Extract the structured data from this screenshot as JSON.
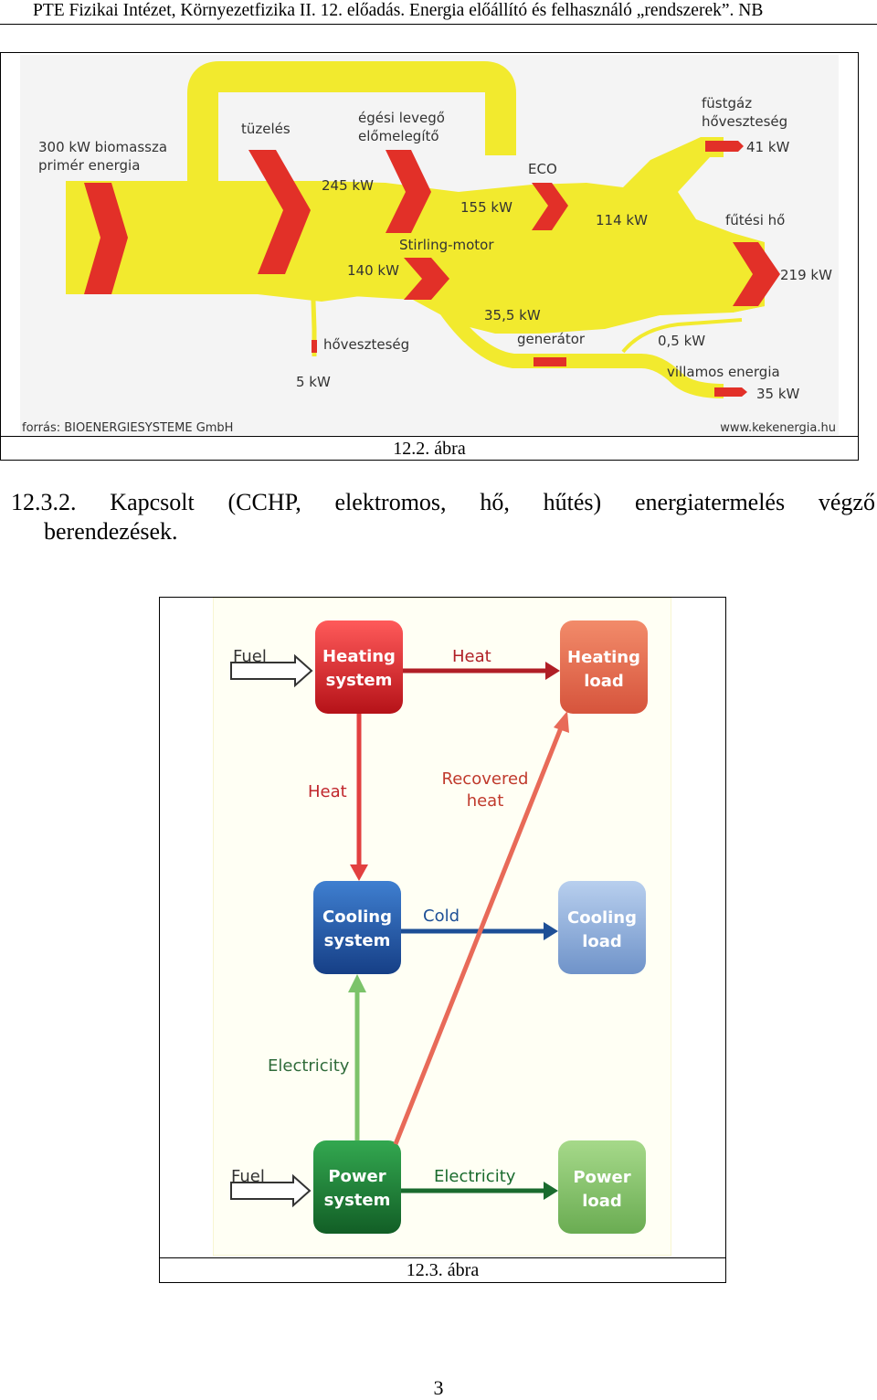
{
  "header": "PTE Fizikai Intézet, Környezetfizika II. 12. előadás. Energia előállító és felhasználó „rendszerek”. NB",
  "figure1": {
    "caption": "12.2. ábra",
    "source_left": "forrás: BIOENERGIESYSTEME GmbH",
    "source_right": "www.kekenergia.hu",
    "labels": {
      "primary_1": "300 kW biomassza",
      "primary_2": "primér energia",
      "tuzeles": "tüzelés",
      "egesi_1": "égési levegő",
      "egesi_2": "előmelegítő",
      "v245": "245 kW",
      "v155": "155 kW",
      "eco": "ECO",
      "fustgaz_1": "füstgáz",
      "fustgaz_2": "hőveszteség",
      "v41": "41 kW",
      "v114": "114 kW",
      "futesi": "fűtési hő",
      "v219": "219 kW",
      "stirling": "Stirling-motor",
      "v140": "140 kW",
      "v35_5": "35,5 kW",
      "generator": "generátor",
      "v0_5": "0,5 kW",
      "villamos": "villamos energia",
      "v35": "35 kW",
      "hoveszteseg": "hőveszteség",
      "v5": "5 kW"
    }
  },
  "section": {
    "words": [
      "12.3.2.",
      "Kapcsolt",
      "(CCHP,",
      "elektromos,",
      "hő,",
      "hűtés)",
      "energiatermelés",
      "végző"
    ],
    "line2": "berendezések."
  },
  "figure2": {
    "caption": "12.3. ábra",
    "labels": {
      "fuel_top": "Fuel",
      "heating_system_1": "Heating",
      "heating_system_2": "system",
      "heat_top": "Heat",
      "heating_load_1": "Heating",
      "heating_load_2": "load",
      "heat_left": "Heat",
      "recovered_1": "Recovered",
      "recovered_2": "heat",
      "cooling_system_1": "Cooling",
      "cooling_system_2": "system",
      "cold": "Cold",
      "cooling_load_1": "Cooling",
      "cooling_load_2": "load",
      "electricity_left": "Electricity",
      "fuel_bottom": "Fuel",
      "power_system_1": "Power",
      "power_system_2": "system",
      "electricity_bottom": "Electricity",
      "power_load_1": "Power",
      "power_load_2": "load"
    },
    "colors": {
      "heating": "#d8232a",
      "heating_load": "#e06a4c",
      "cooling": "#1d5aa8",
      "cooling_load": "#8fb0dc",
      "power": "#1d8a3a",
      "power_load": "#8cc270",
      "heat_arrow": "#b01f26",
      "cold_arrow": "#1d4f96",
      "elec_arrow": "#1a6b2e",
      "recovered_arrow": "#e86a58"
    }
  },
  "page_number": "3"
}
